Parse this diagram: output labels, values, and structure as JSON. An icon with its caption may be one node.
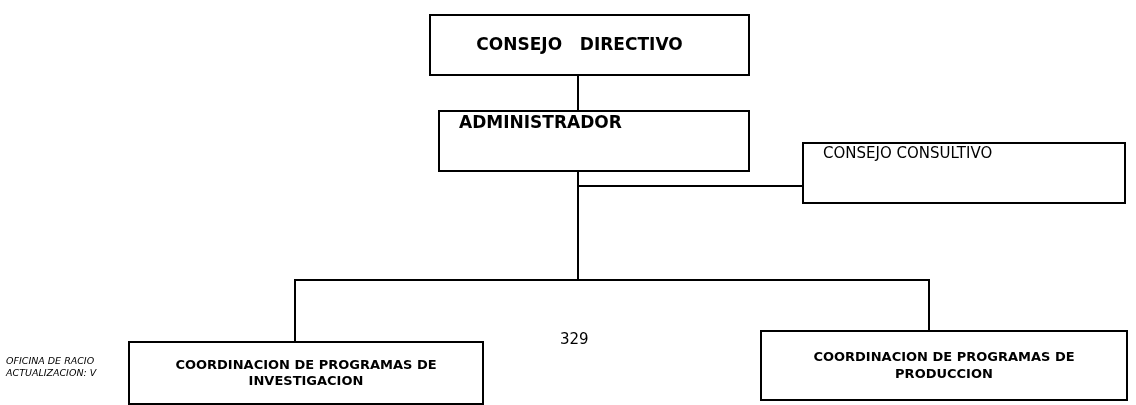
{
  "diagram": {
    "nodes": [
      {
        "text": [
          "CONSEJO   DIRECTIVO"
        ]
      },
      {
        "text": [
          "ADMINISTRADOR"
        ]
      },
      {
        "text": [
          "CONSEJO CONSULTIVO"
        ]
      },
      {
        "text": [
          "COORDINACION DE PROGRAMAS DE  INVESTIGACION"
        ]
      },
      {
        "text": [
          "COORDINACION DE PROGRAMAS DE  PRODUCCION"
        ]
      }
    ],
    "edges": [
      {
        "from": 0,
        "to": 1,
        "arrow": "none"
      },
      {
        "from": 1,
        "to": 2,
        "arrow": "none"
      },
      {
        "from": 1,
        "to": 3,
        "arrow": "none"
      },
      {
        "from": 1,
        "to": 4,
        "arrow": "none"
      }
    ],
    "labels": [
      "329",
      "OFICINA DE RACIO",
      "ACTUALIZACION: V"
    ]
  }
}
